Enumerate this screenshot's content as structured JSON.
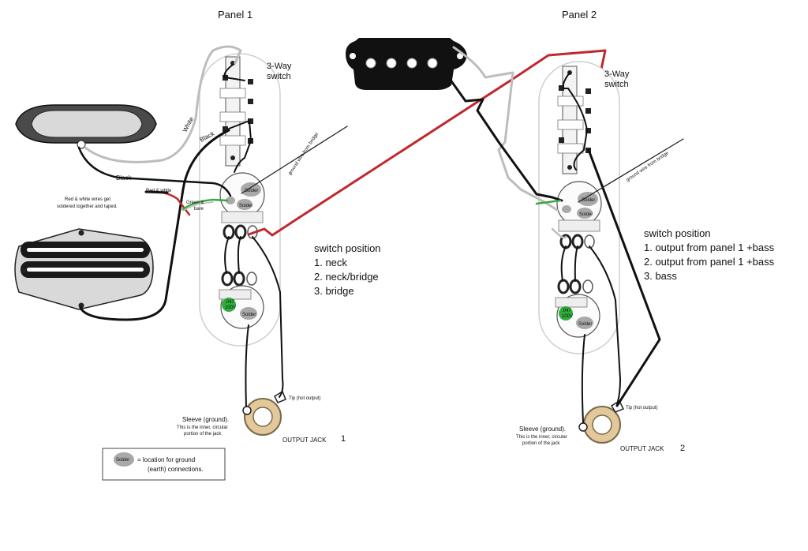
{
  "panel1": {
    "title": "Panel 1",
    "switch_label_line1": "3-Way",
    "switch_label_line2": "switch",
    "wire_white": "White",
    "wire_black_switch": "Black",
    "wire_black_pickup": "Black",
    "wire_red_white": "Red & white",
    "note_red_white_line1": "Red & white wires get",
    "note_red_white_line2": "soldered together and taped.",
    "wire_green_line1": "Green &",
    "wire_green_line2": "bare",
    "ground_wire": "ground wire from bridge",
    "solder_1": "Solder",
    "solder_2": "Solder",
    "solder_3": "Solder",
    "cap_line1": ".047",
    "cap_line2": "100V",
    "tip_label": "Tip (hot output)",
    "sleeve_line1": "Sleeve (ground).",
    "sleeve_line2": "This is the inner, circular",
    "sleeve_line3": "portion of the jack",
    "jack_label": "OUTPUT JACK",
    "jack_number": "1",
    "positions_title": "switch position",
    "positions": [
      "1. neck",
      "2. neck/bridge",
      "3. bridge"
    ]
  },
  "panel2": {
    "title": "Panel 2",
    "switch_label_line1": "3-Way",
    "switch_label_line2": "switch",
    "ground_wire": "ground wire from bridge",
    "solder_1": "Solder",
    "solder_2": "Solder",
    "solder_3": "Solder",
    "cap_line1": ".047",
    "cap_line2": "100V",
    "tip_label": "Tip (hot output)",
    "sleeve_line1": "Sleeve (ground).",
    "sleeve_line2": "This is the inner, circular",
    "sleeve_line3": "portion of the jack",
    "jack_label": "OUTPUT JACK",
    "jack_number": "2",
    "positions_title": "switch position",
    "positions": [
      "1. output from panel 1 +bass",
      "2. output from panel 1 +bass",
      "3. bass"
    ]
  },
  "legend": {
    "solder": "Solder",
    "line1": "= location for ground",
    "line2": "(earth) connections."
  },
  "colors": {
    "wire_black": "#111111",
    "wire_white": "#bdbdbd",
    "wire_red": "#c0282d",
    "wire_green": "#3aa845",
    "capacitor": "#2fae3c",
    "solder": "#a9a9a9",
    "jack_ring": "#e2c89a"
  }
}
